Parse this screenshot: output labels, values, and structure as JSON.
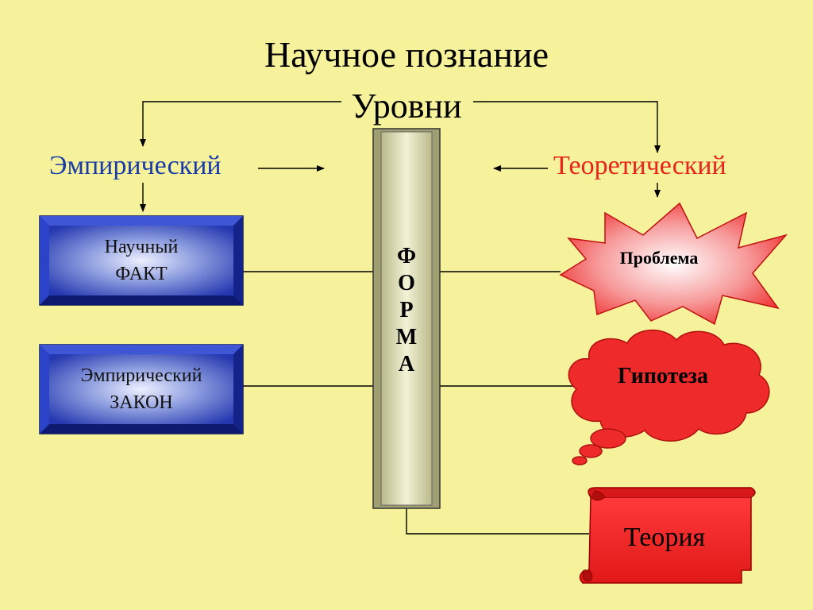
{
  "diagram": {
    "title": "Научное познание",
    "levels_label": "Уровни",
    "empirical": {
      "label": "Эмпирический",
      "items": [
        {
          "line1": "Научный",
          "line2": "ФАКТ"
        },
        {
          "line1": "Эмпирический",
          "line2": "ЗАКОН"
        }
      ]
    },
    "theoretical": {
      "label": "Теоретический",
      "problem": "Проблема",
      "hypothesis": "Гипотеза",
      "theory": "Теория"
    },
    "form_letters": [
      "Ф",
      "О",
      "Р",
      "М",
      "А"
    ]
  },
  "colors": {
    "background": "#f6f19b",
    "empirical_text": "#1a3ca8",
    "theoretical_text": "#e8241c",
    "box_blue": "#1f3bb8",
    "shape_red": "#ee2a2a",
    "pillar": "#cfcf9c"
  }
}
